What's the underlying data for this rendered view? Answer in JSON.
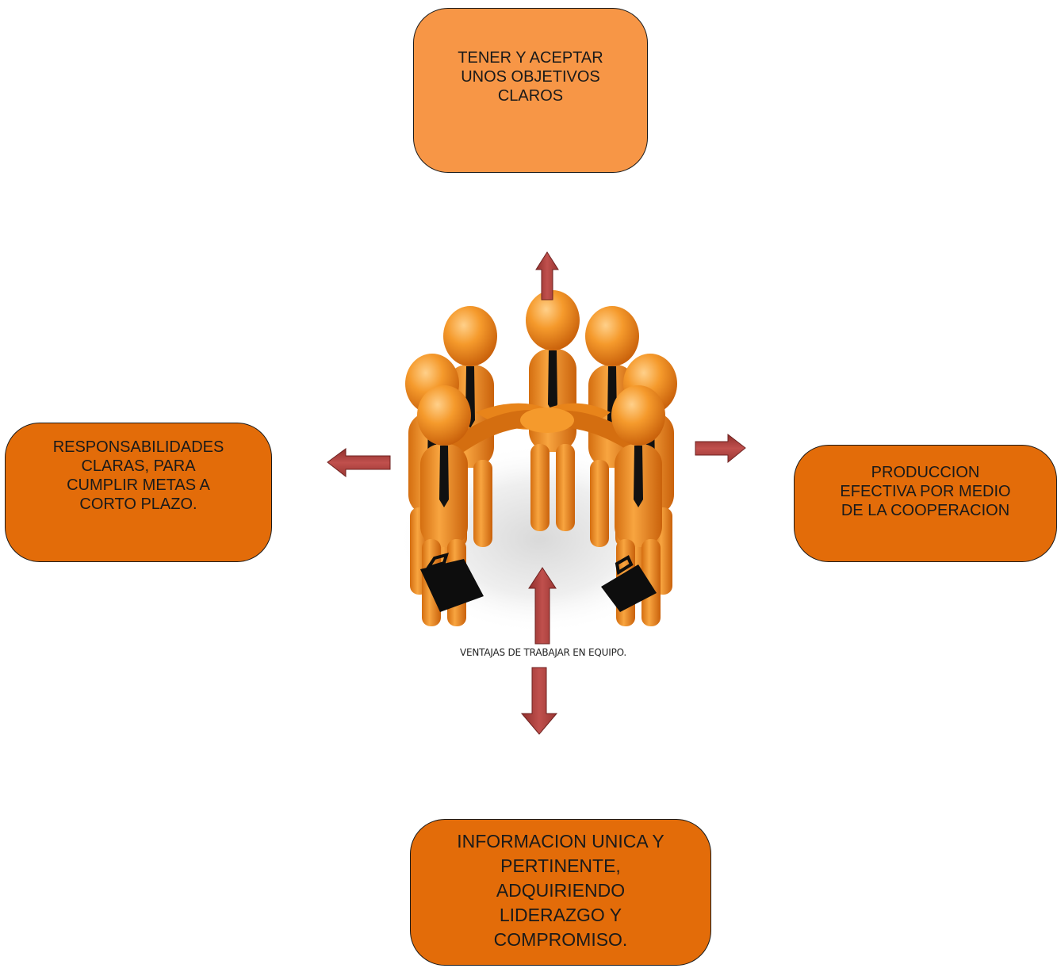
{
  "diagram": {
    "center_caption": "VENTAJAS DE TRABAJAR EN EQUIPO.",
    "boxes": {
      "top": "TENER Y ACEPTAR\nUNOS OBJETIVOS\nCLAROS",
      "left": "RESPONSABILIDADES\nCLARAS, PARA\nCUMPLIR METAS A\nCORTO PLAZO.",
      "right": "PRODUCCION\nEFECTIVA POR MEDIO\nDE LA COOPERACION",
      "bottom": "INFORMACION UNICA Y\nPERTINENTE,\nADQUIRIENDO\nLIDERAZGO Y\nCOMPROMISO."
    },
    "colors": {
      "light_orange": "#f79646",
      "dark_orange": "#e36c09",
      "arrow_red": "#c0504d",
      "figure_orange": "#f08a1c"
    }
  }
}
